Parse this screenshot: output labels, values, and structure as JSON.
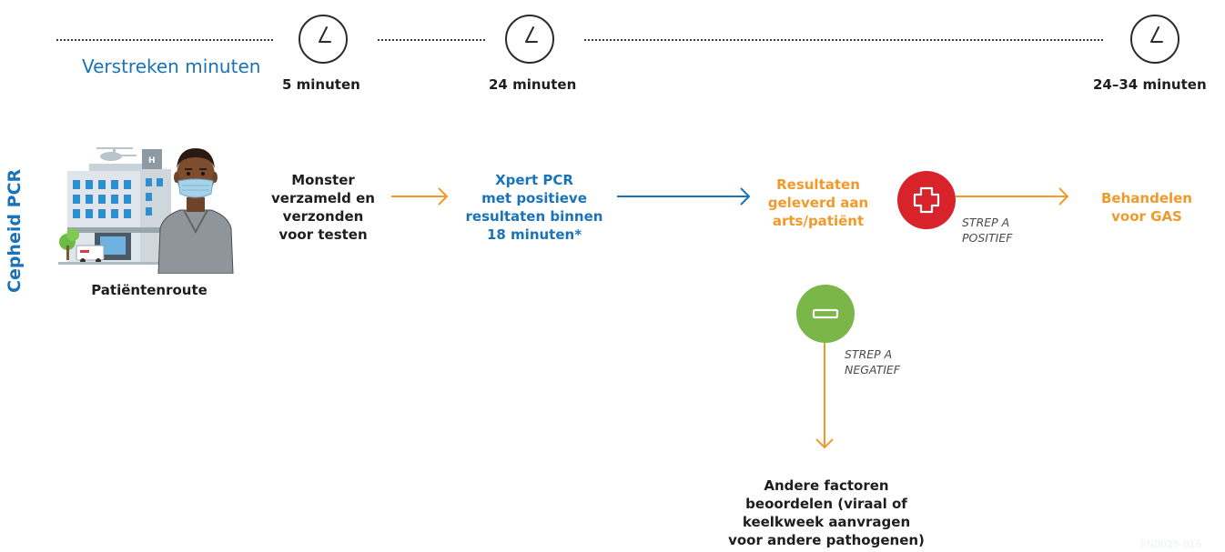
{
  "timeline": {
    "elapsed_label": "Verstreken minuten",
    "points": [
      "5 minuten",
      "24 minuten",
      "24–34 minuten"
    ]
  },
  "row_title": "Cepheid PCR",
  "patient": {
    "caption": "Patiëntenroute"
  },
  "steps": {
    "collect": [
      "Monster",
      "verzameld en",
      "verzonden",
      "voor testen"
    ],
    "xpert": [
      "Xpert PCR",
      "met positieve",
      "resultaten binnen",
      "18 minuten*"
    ],
    "results": [
      "Resultaten",
      "geleverd aan",
      "arts/patiënt"
    ],
    "treat": [
      "Behandelen",
      "voor GAS"
    ],
    "other": [
      "Andere factoren",
      "beoordelen (viraal of",
      "keelkweek aanvragen",
      "voor andere pathogenen)"
    ]
  },
  "outcomes": {
    "positive": [
      "STREP A",
      "POSITIEF"
    ],
    "negative": [
      "STREP A",
      "NEGATIEF"
    ]
  },
  "watermark": "PN0025-016",
  "colors": {
    "blue": "#1a73b8",
    "orange": "#f19a2c",
    "positive_red": "#d8232a",
    "negative_green": "#7ab648"
  },
  "icons": [
    "clock-icon",
    "hospital-icon",
    "patient-icon",
    "plus-icon",
    "minus-icon",
    "arrow-right-icon",
    "arrow-down-icon"
  ]
}
